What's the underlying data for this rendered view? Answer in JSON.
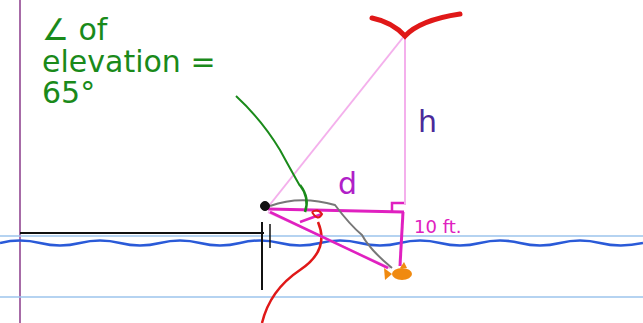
{
  "diagram": {
    "labels": [
      "∠ of elevation = 65°",
      "h",
      "d",
      "10 ft."
    ]
  }
}
